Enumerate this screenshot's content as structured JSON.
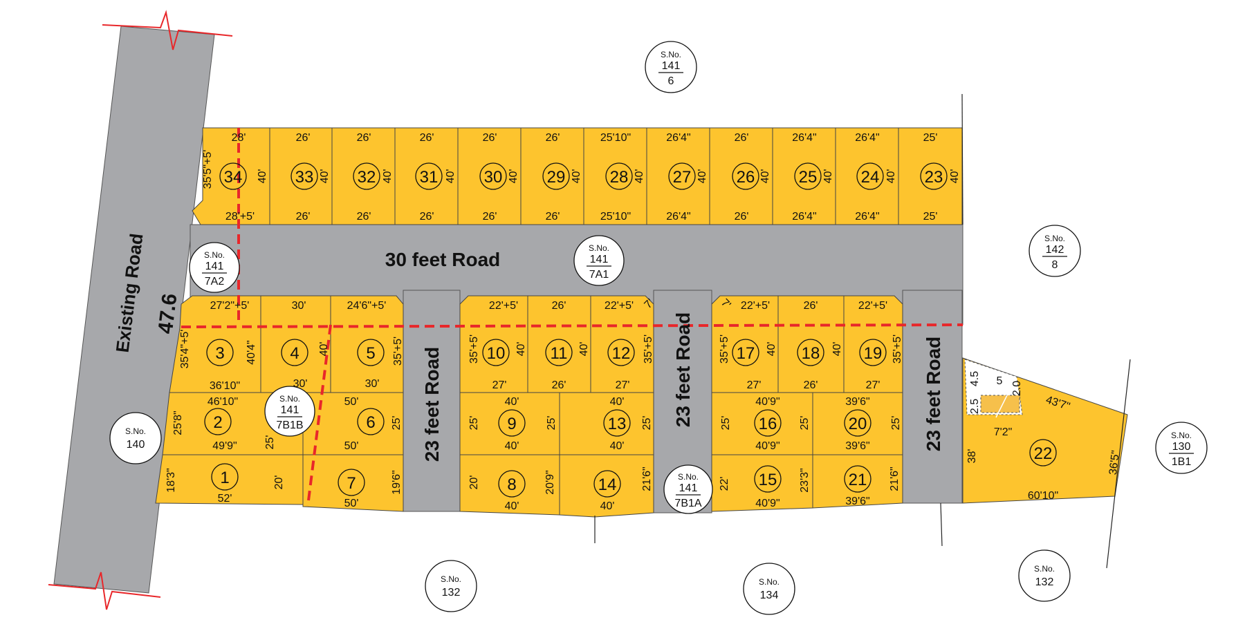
{
  "roads": {
    "existing": "Existing Road",
    "existing_width": "47.6",
    "main": "30 feet Road",
    "cross": [
      "23 feet Road",
      "23 feet Road",
      "23 feet Road"
    ]
  },
  "survey_labels": [
    {
      "id": "sno-141-6",
      "prefix": "S.No.",
      "num": "141",
      "sub": "6"
    },
    {
      "id": "sno-141-7a2",
      "prefix": "S.No.",
      "num": "141",
      "sub": "7A2"
    },
    {
      "id": "sno-141-7a1",
      "prefix": "S.No.",
      "num": "141",
      "sub": "7A1"
    },
    {
      "id": "sno-142-8",
      "prefix": "S.No.",
      "num": "142",
      "sub": "8"
    },
    {
      "id": "sno-141-7b1b",
      "prefix": "S.No.",
      "num": "141",
      "sub": "7B1B"
    },
    {
      "id": "sno-140",
      "prefix": "S.No.",
      "num": "140",
      "sub": ""
    },
    {
      "id": "sno-141-7b1a",
      "prefix": "S.No.",
      "num": "141",
      "sub": "7B1A"
    },
    {
      "id": "sno-130-1b1",
      "prefix": "S.No.",
      "num": "130",
      "sub": "1B1"
    },
    {
      "id": "sno-132-a",
      "prefix": "S.No.",
      "num": "132",
      "sub": ""
    },
    {
      "id": "sno-134",
      "prefix": "S.No.",
      "num": "134",
      "sub": ""
    },
    {
      "id": "sno-132-b",
      "prefix": "S.No.",
      "num": "132",
      "sub": ""
    }
  ],
  "plot_numbers": [
    "1",
    "2",
    "3",
    "4",
    "5",
    "6",
    "7",
    "8",
    "9",
    "10",
    "11",
    "12",
    "13",
    "14",
    "15",
    "16",
    "17",
    "18",
    "19",
    "20",
    "21",
    "22",
    "23",
    "24",
    "25",
    "26",
    "27",
    "28",
    "29",
    "30",
    "31",
    "32",
    "33",
    "34"
  ],
  "top_row": {
    "front": [
      "28'",
      "26'",
      "26'",
      "26'",
      "26'",
      "26'",
      "25'10\"",
      "26'4\"",
      "26'",
      "26'4\"",
      "26'4\"",
      "25'"
    ],
    "back": [
      "28'+5'",
      "26'",
      "26'",
      "26'",
      "26'",
      "26'",
      "25'10\"",
      "26'4\"",
      "26'",
      "26'4\"",
      "26'4\"",
      "25'"
    ],
    "depth": "40'",
    "side_34": "35'5\"+5'"
  },
  "block_a": {
    "p3_top": "27'2\"+5'",
    "p4_top": "30'",
    "p5_top": "24'6\"+5'",
    "p3_side": "35'4\"+5'",
    "p3_right": "40'4\"",
    "p4_right": "40'",
    "p5_right": "35'+5'",
    "p3_bottom": "36'10\"",
    "p4_bottom": "30'",
    "p5_bottom": "30'",
    "p2_top": "46'10\"",
    "p2_left": "25'8\"",
    "p2_right": "25'",
    "p2_bottom": "49'9\"",
    "p6_top": "50'",
    "p6_right": "25'",
    "p6_bottom": "50'",
    "p1_left": "18'3\"",
    "p1_right": "20'",
    "p1_bottom": "52'",
    "p7_right": "19'6\"",
    "p7_bottom": "50'"
  },
  "block_b": {
    "p10_top": "22'+5'",
    "p11_top": "26'",
    "p12_top": "22'+5'",
    "p10_left": "35'+5'",
    "p10_right": "40'",
    "p11_right": "40'",
    "p12_right": "35'+5'",
    "p10_bottom": "27'",
    "p11_bottom": "26'",
    "p12_bottom": "27'",
    "p9_top": "40'",
    "p9_left": "25'",
    "p9_right": "25'",
    "p9_bottom": "40'",
    "p13_top": "40'",
    "p13_right": "25'",
    "p13_bottom": "40'",
    "p8_left": "20'",
    "p8_right": "20'9\"",
    "p8_bottom": "40'",
    "p14_right": "21'6\"",
    "p14_bottom": "40'"
  },
  "block_c": {
    "p17_top": "22'+5'",
    "p18_top": "26'",
    "p19_top": "22'+5'",
    "p17_left": "35'+5'",
    "p17_right": "40'",
    "p18_right": "40'",
    "p19_right": "35'+5'",
    "p17_bottom": "27'",
    "p18_bottom": "26'",
    "p19_bottom": "27'",
    "p16_top": "40'9\"",
    "p16_left": "25'",
    "p16_right": "25'",
    "p16_bottom": "40'9\"",
    "p20_top": "39'6\"",
    "p20_right": "25'",
    "p20_bottom": "39'6\"",
    "p15_left": "22'",
    "p15_right": "23'3\"",
    "p15_bottom": "40'9\"",
    "p21_right": "21'6\"",
    "p21_bottom": "39'6\""
  },
  "corner_marks": [
    "7'",
    "7'"
  ],
  "plot_22": {
    "left": "38'",
    "top": "43'7\"",
    "right": "36'5\"",
    "bottom": "60'10\"",
    "inner": "7'2\"",
    "small_a": "4.5",
    "small_b": "2.5",
    "small_c": "2.0",
    "small_d": "5"
  },
  "colors": {
    "plot": "#FDC42E",
    "road": "#A7A8AB",
    "boundary": "#E8272A"
  }
}
